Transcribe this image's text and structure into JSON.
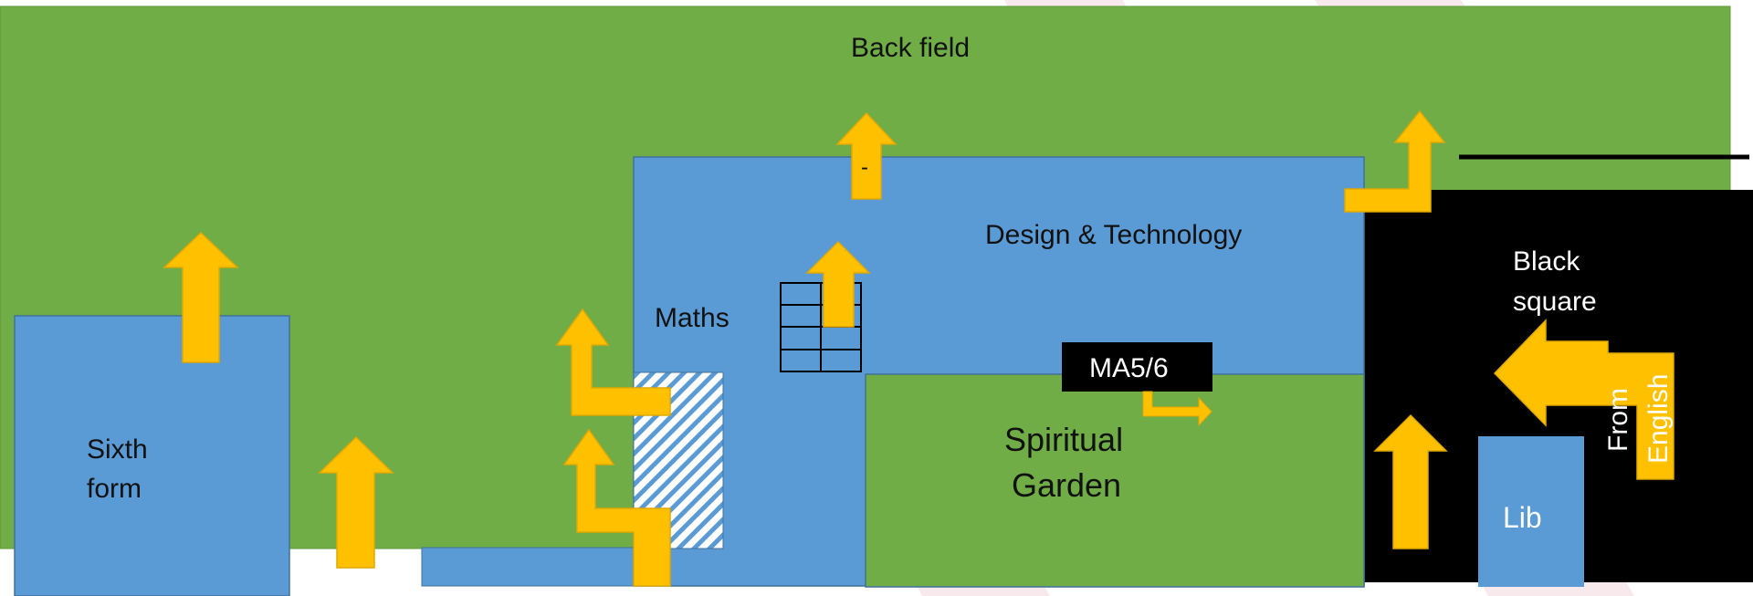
{
  "labels": {
    "back_field": "Back field",
    "design_tech": "Design & Technology",
    "maths": "Maths",
    "sixth_form_line1": "Sixth",
    "sixth_form_line2": "form",
    "spiritual_line1": "Spiritual",
    "spiritual_line2": "Garden",
    "black_square_line1": "Black",
    "black_square_line2": "square",
    "room_badge": "MA5/6",
    "library": "Lib",
    "from_text": "From",
    "english_text": "English",
    "dash_mark": "-"
  },
  "colors": {
    "grass": "#70AD47",
    "building": "#5B9BD5",
    "black_square": "#000000",
    "arrow": "#FFC000",
    "arrow_stroke": "#E0A800",
    "hatch": "#5B9BD5",
    "watermark": "#F8E9EC"
  },
  "icons": {
    "arrow": "up-arrow-icon",
    "bent_arrow": "bent-arrow-icon",
    "stairs": "stairs-icon",
    "hatched_zone": "hatched-area-icon"
  }
}
